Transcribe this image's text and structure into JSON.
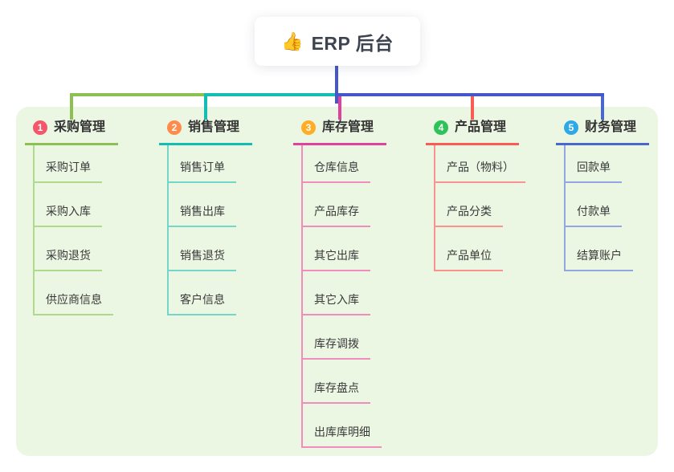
{
  "root": {
    "icon": "👍",
    "label": "ERP 后台"
  },
  "canvas": {
    "background": "#ffffff",
    "panel_background": "#ebf6e3"
  },
  "root_connector_color": "#4557cb",
  "branches": [
    {
      "number": "1",
      "label": "采购管理",
      "badge_color": "#f4566a",
      "line_color": "#8cc050",
      "child_line_color": "#afd98c",
      "children": [
        "采购订单",
        "采购入库",
        "采购退货",
        "供应商信息"
      ]
    },
    {
      "number": "2",
      "label": "销售管理",
      "badge_color": "#fe8b4b",
      "line_color": "#14bdb2",
      "child_line_color": "#72d6c8",
      "children": [
        "销售订单",
        "销售出库",
        "销售退货",
        "客户信息"
      ]
    },
    {
      "number": "3",
      "label": "库存管理",
      "badge_color": "#ffad26",
      "line_color": "#e1419e",
      "child_line_color": "#f08cbe",
      "children": [
        "仓库信息",
        "产品库存",
        "其它出库",
        "其它入库",
        "库存调拨",
        "库存盘点",
        "出库库明细"
      ]
    },
    {
      "number": "4",
      "label": "产品管理",
      "badge_color": "#2ec358",
      "line_color": "#f95b55",
      "child_line_color": "#fa938e",
      "children": [
        "产品（物料）",
        "产品分类",
        "产品单位"
      ]
    },
    {
      "number": "5",
      "label": "财务管理",
      "badge_color": "#2fa9e5",
      "line_color": "#4a67ce",
      "child_line_color": "#92a7e2",
      "children": [
        "回款单",
        "付款单",
        "结算账户"
      ]
    }
  ]
}
